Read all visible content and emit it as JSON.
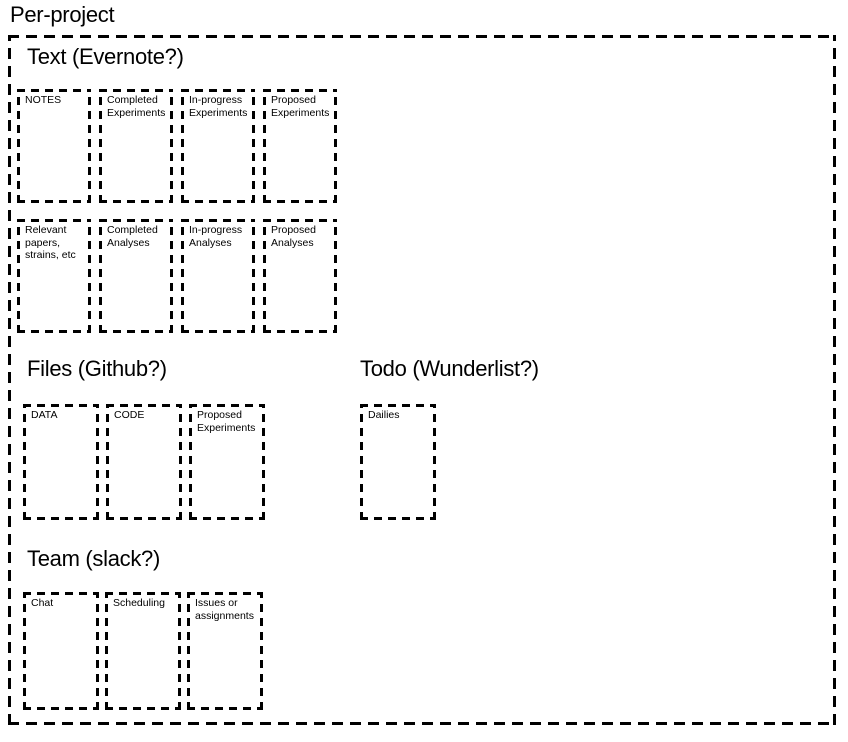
{
  "page": {
    "title": "Per-project"
  },
  "colors": {
    "ink": "#000000",
    "background": "#ffffff"
  },
  "sections": [
    {
      "id": "text",
      "title": "Text (Evernote?)",
      "rows": [
        [
          "NOTES",
          "Completed Experiments",
          "In-progress Experiments",
          "Proposed Experiments"
        ],
        [
          "Relevant papers, strains, etc",
          "Completed Analyses",
          "In-progress Analyses",
          "Proposed Analyses"
        ]
      ]
    },
    {
      "id": "files",
      "title": "Files (Github?)",
      "rows": [
        [
          "DATA",
          "CODE",
          "Proposed Experiments"
        ]
      ]
    },
    {
      "id": "todo",
      "title": "Todo (Wunderlist?)",
      "rows": [
        [
          "Dailies"
        ]
      ]
    },
    {
      "id": "team",
      "title": "Team (slack?)",
      "rows": [
        [
          "Chat",
          "Scheduling",
          "Issues or assignments"
        ]
      ]
    }
  ]
}
